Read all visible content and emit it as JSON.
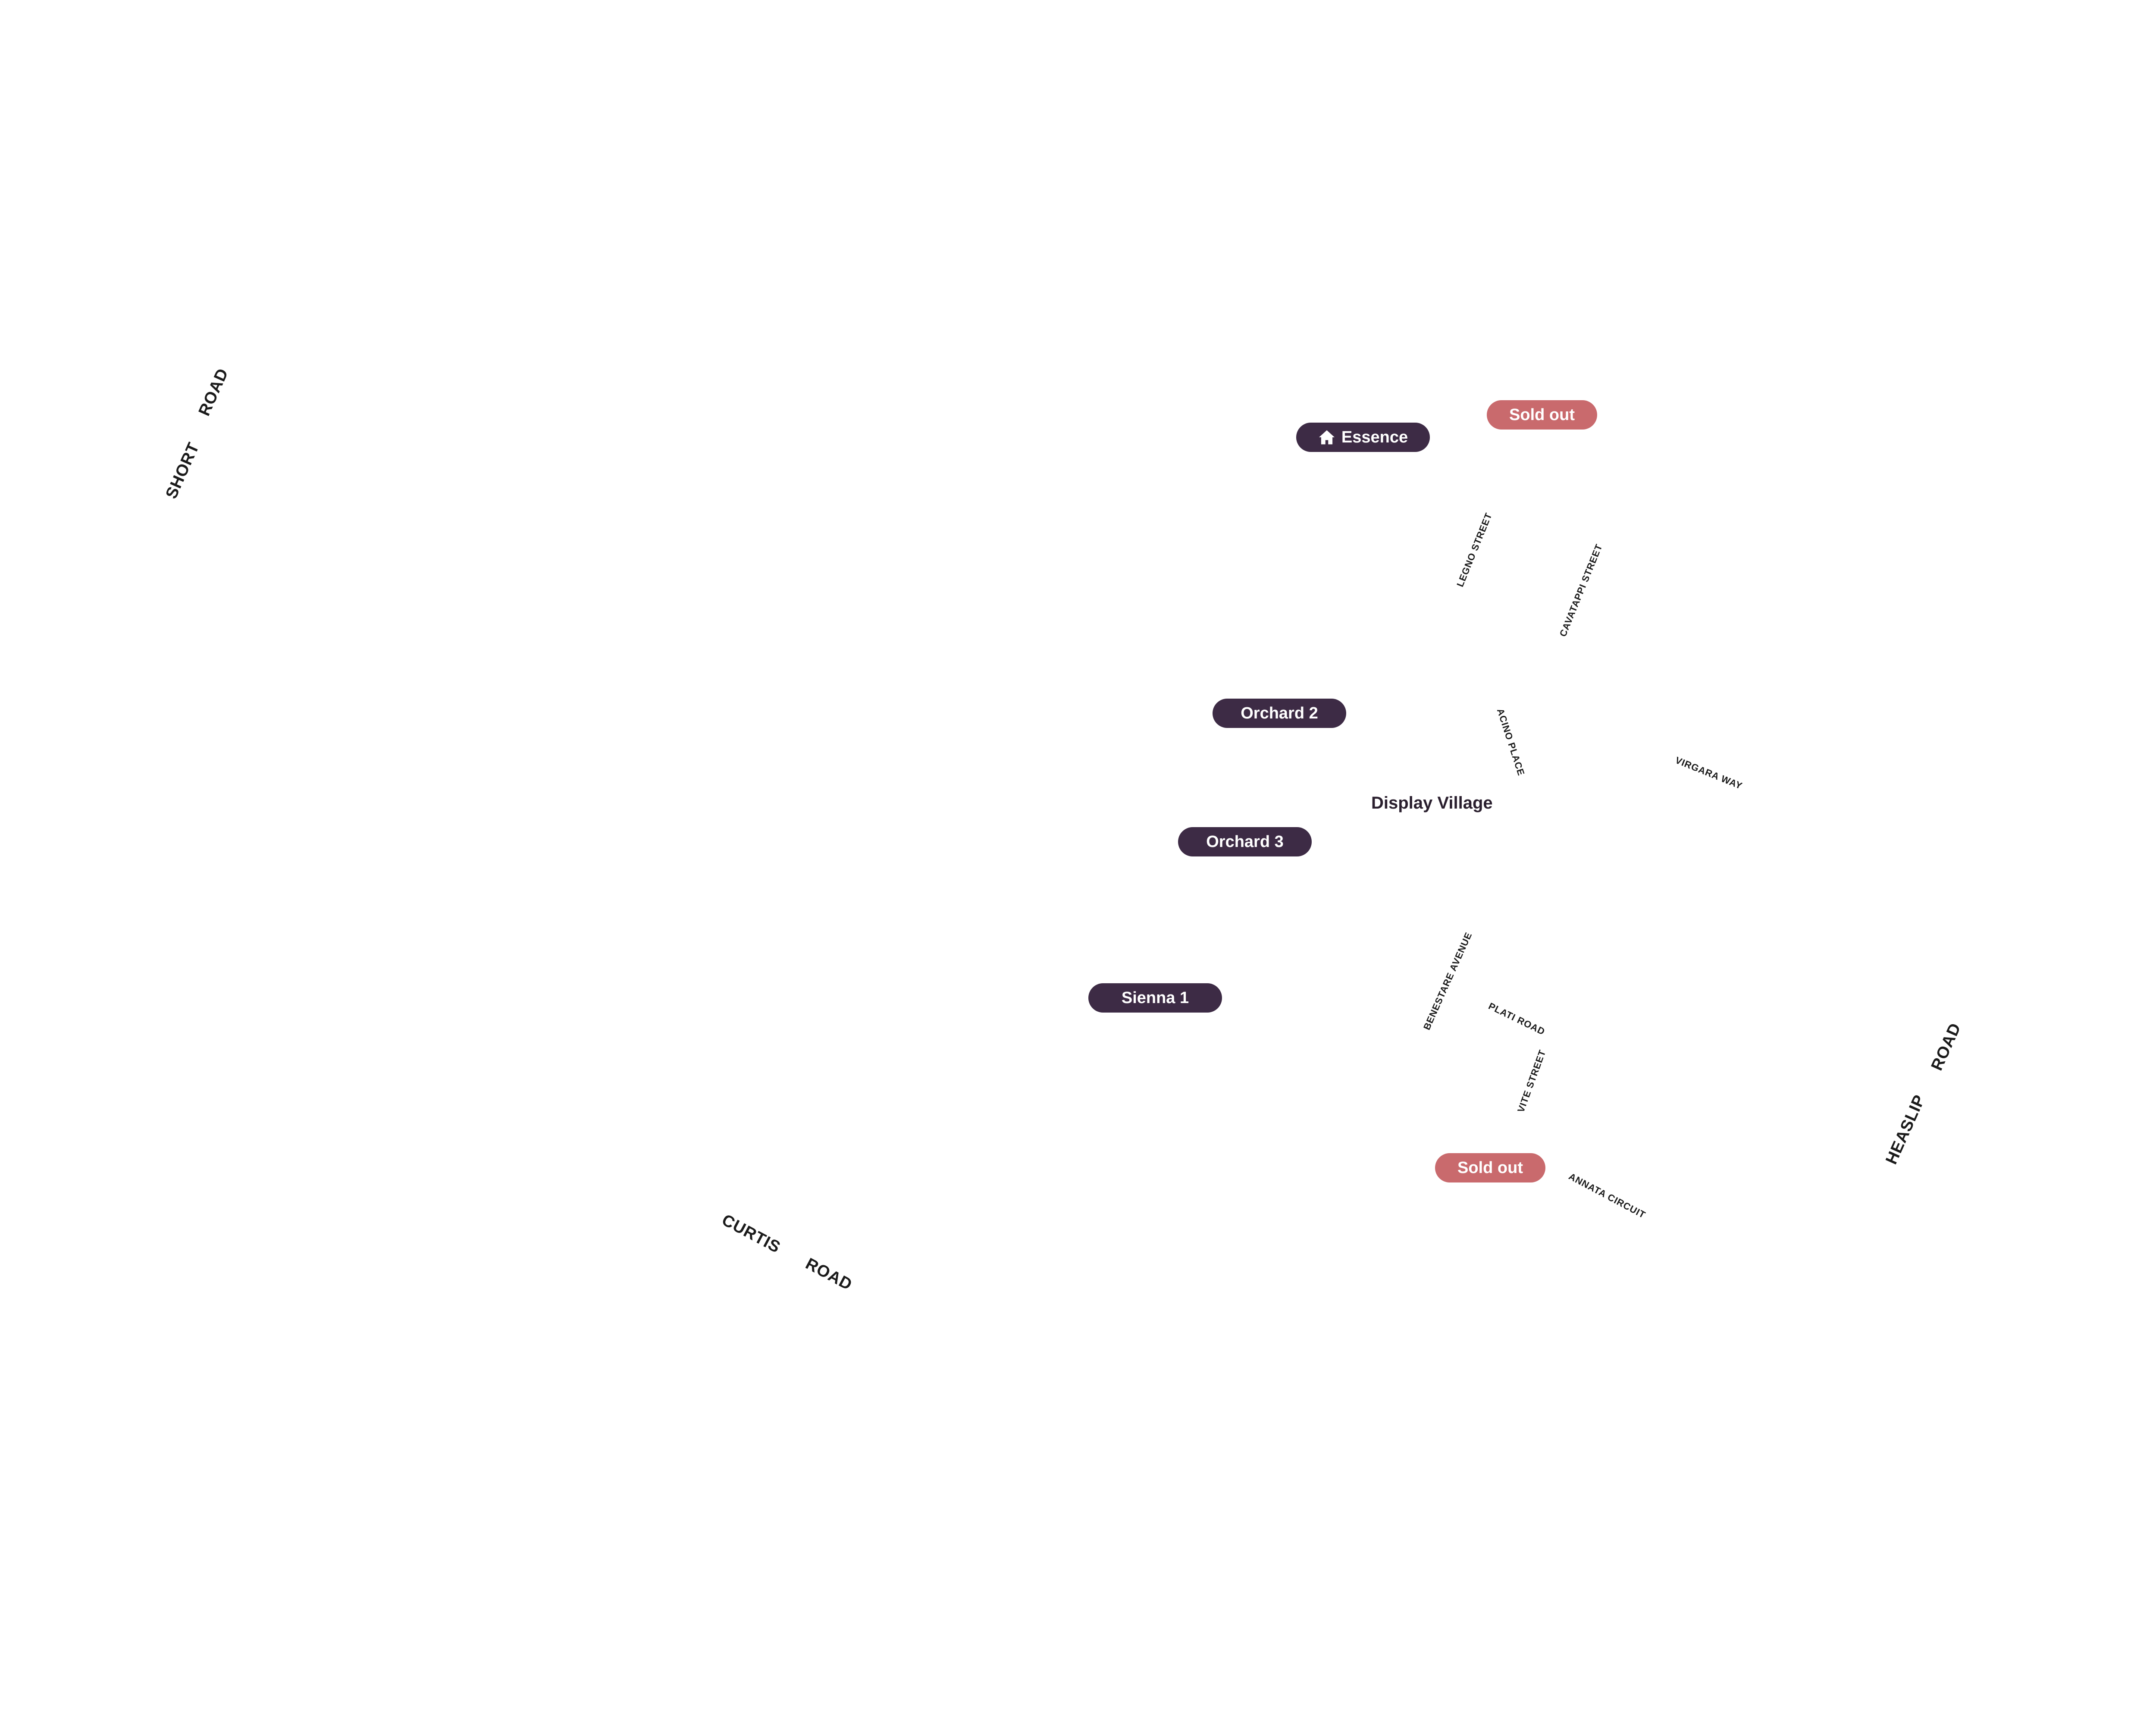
{
  "map": {
    "lots": {
      "essence": {
        "label": "Essence",
        "icon": "home-icon"
      },
      "orchard_2": {
        "label": "Orchard 2"
      },
      "orchard_3": {
        "label": "Orchard 3"
      },
      "sienna_1": {
        "label": "Sienna 1"
      }
    },
    "badges": {
      "sold_out_top": "Sold out",
      "sold_out_bottom": "Sold out"
    },
    "display_village": "Display Village",
    "roads": {
      "short_road_a": "SHORT",
      "short_road_b": "ROAD",
      "curtis_road_a": "CURTIS",
      "curtis_road_b": "ROAD",
      "heaslip_road_a": "HEASLIP",
      "heaslip_road_b": "ROAD",
      "legno_street": "LEGNO STREET",
      "cavatappi_street": "CAVATAPPI STREET",
      "acino_place": "ACINO PLACE",
      "virgara_way": "VIRGARA WAY",
      "benestare_avenue": "BENESTARE AVENUE",
      "plati_road": "PLATI ROAD",
      "vite_street": "VITE STREET",
      "annata_circuit": "ANNATA CIRCUIT"
    },
    "colors": {
      "lot_pill": "#3d2b45",
      "sold_out_badge": "#c96a6d",
      "label_text": "#2a1f2e"
    }
  }
}
